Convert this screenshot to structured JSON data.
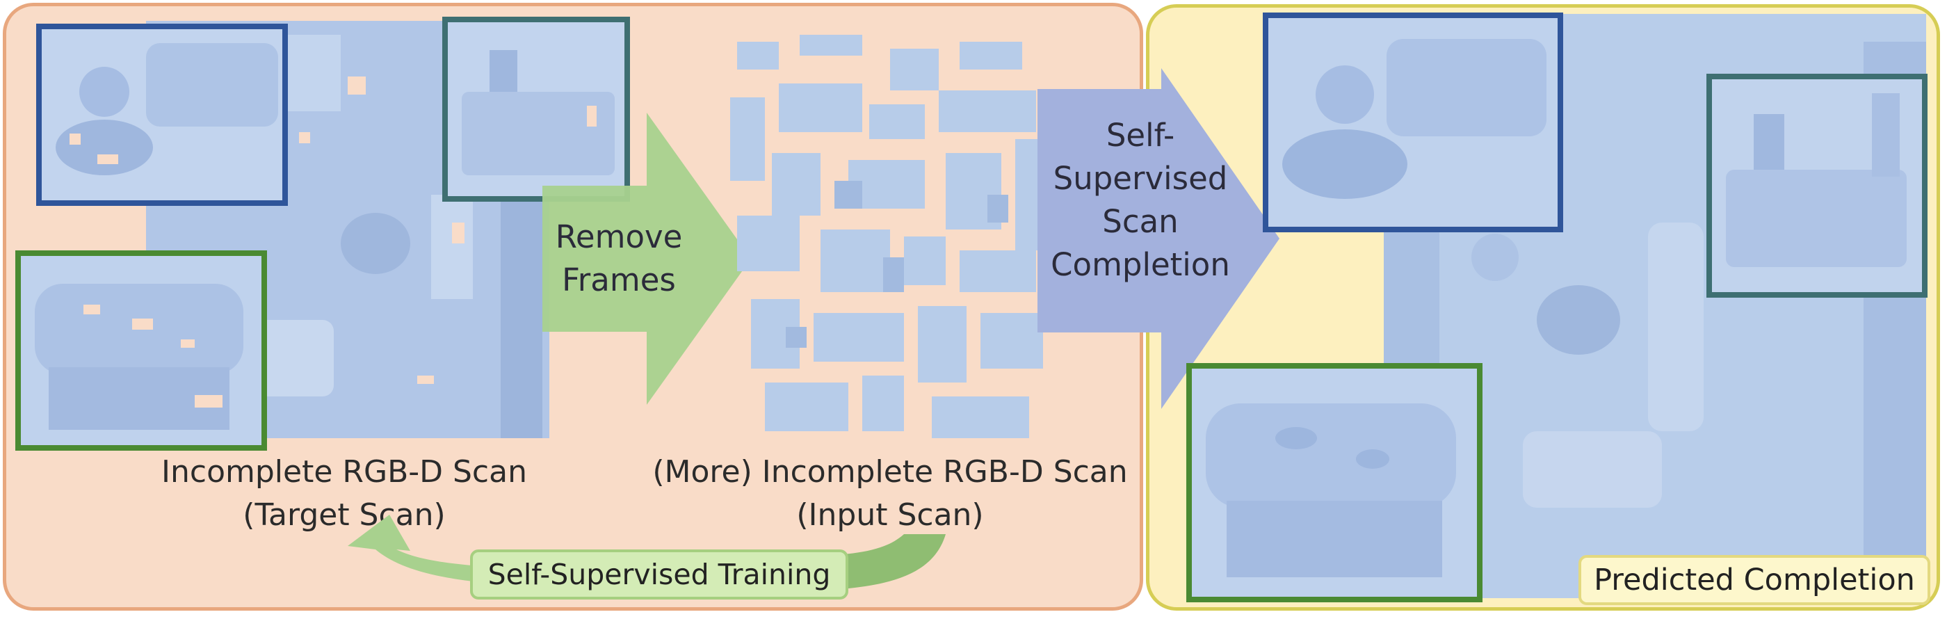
{
  "labels": {
    "target_scan_line1": "Incomplete RGB-D Scan",
    "target_scan_line2": "(Target Scan)",
    "input_scan_line1": "(More) Incomplete RGB-D Scan",
    "input_scan_line2": "(Input Scan)",
    "remove_frames_line1": "Remove",
    "remove_frames_line2": "Frames",
    "completion_line1": "Self-",
    "completion_line2": "Supervised",
    "completion_line3": "Scan",
    "completion_line4": "Completion",
    "training": "Self-Supervised Training",
    "predicted": "Predicted Completion"
  },
  "colors": {
    "left_panel_bg": "#f9dcc8",
    "right_panel_bg": "#fdf0bf",
    "remove_frames_arrow": "#a8d18e",
    "completion_arrow": "#a3b1dd",
    "training_arrow": "#8fbd72",
    "scan_surface": "#b5cbea",
    "frame_blue": "#2f559a",
    "frame_teal": "#3e6f72",
    "frame_green": "#4a8a32"
  }
}
